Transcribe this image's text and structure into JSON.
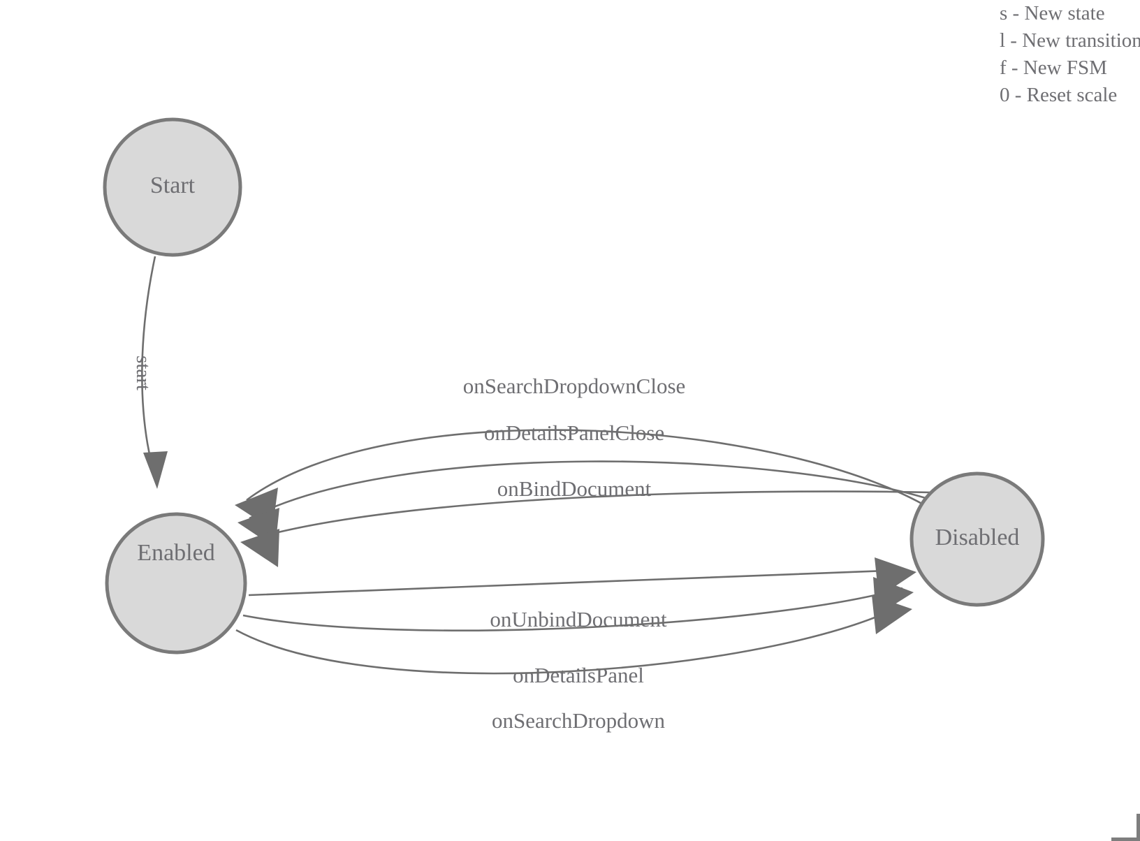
{
  "canvas": {
    "background": "#ffffff",
    "node_fill": "#d9d9d9",
    "node_stroke": "#7a7a7a",
    "edge_stroke": "#6e6e6e",
    "text_color": "#6e6e72"
  },
  "help": {
    "lines": [
      "s - New state",
      "l - New transition",
      "f - New FSM",
      "0 - Reset scale"
    ]
  },
  "states": [
    {
      "id": "start",
      "label": "Start"
    },
    {
      "id": "enabled",
      "label": "Enabled"
    },
    {
      "id": "disabled",
      "label": "Disabled"
    }
  ],
  "transitions": [
    {
      "id": "t0",
      "label": "start",
      "from": "Start",
      "to": "Enabled"
    },
    {
      "id": "t1",
      "label": "onSearchDropdownClose",
      "from": "Disabled",
      "to": "Enabled"
    },
    {
      "id": "t2",
      "label": "onDetailsPanelClose",
      "from": "Disabled",
      "to": "Enabled"
    },
    {
      "id": "t3",
      "label": "onBindDocument",
      "from": "Disabled",
      "to": "Enabled"
    },
    {
      "id": "t4",
      "label": "onUnbindDocument",
      "from": "Enabled",
      "to": "Disabled"
    },
    {
      "id": "t5",
      "label": "onDetailsPanel",
      "from": "Enabled",
      "to": "Disabled"
    },
    {
      "id": "t6",
      "label": "onSearchDropdown",
      "from": "Enabled",
      "to": "Disabled"
    }
  ]
}
